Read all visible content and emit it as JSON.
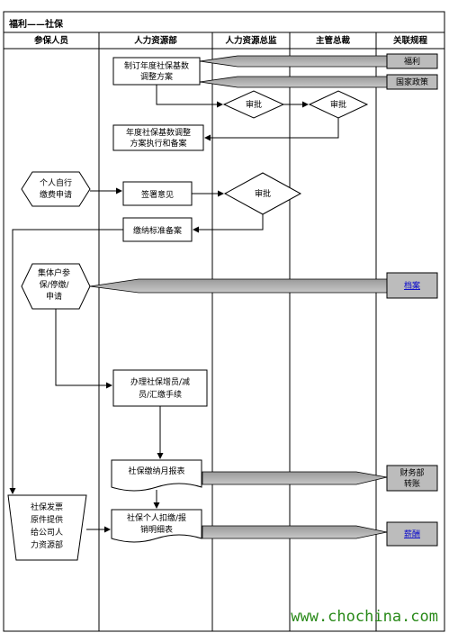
{
  "title": "福利——社保",
  "lanes": [
    "参保人员",
    "人力资源部",
    "人力资源总监",
    "主管总裁",
    "关联规程"
  ],
  "nodes": {
    "revise_plan": [
      "制订年度社保基数",
      "调整方案"
    ],
    "approve_director": "审批",
    "approve_president": "审批",
    "execute_filing": [
      "年度社保基数调整",
      "方案执行和备案"
    ],
    "personal_apply": [
      "个人自行",
      "缴费申请"
    ],
    "sign_opinion": "签署意见",
    "approve_personal": "审批",
    "standard_filing": "缴纳标准备案",
    "collective_apply": [
      "集体户参",
      "保/停缴/",
      "申请"
    ],
    "handle_changes": [
      "办理社保增员/减",
      "员/汇缴手续"
    ],
    "monthly_report": "社保缴纳月报表",
    "deduction_report": [
      "社保个人扣缴/报",
      "销明细表"
    ],
    "invoice_submit": [
      "社保发票",
      "原件提供",
      "给公司人",
      "力资源部"
    ]
  },
  "refs": {
    "welfare": "福利",
    "national_policy": "国家政策",
    "archive": "档案",
    "finance": [
      "财务部",
      "转账"
    ],
    "pay": "薪酬"
  },
  "watermark": "www.chochina.com"
}
